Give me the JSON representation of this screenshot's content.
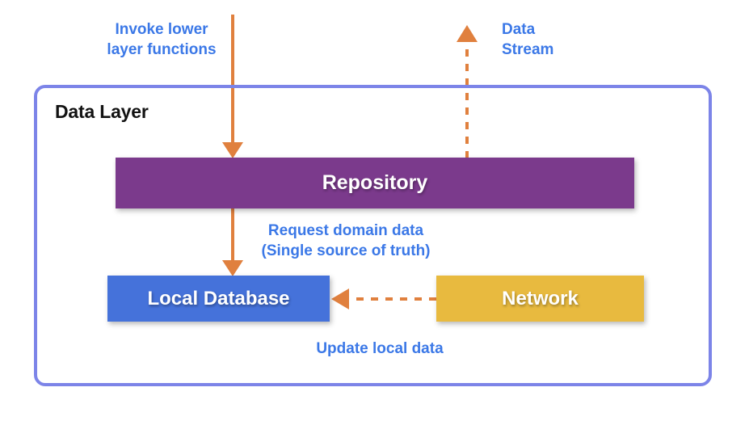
{
  "diagram": {
    "title": "Data Layer",
    "container_border_color": "#7C84E8",
    "arrow_color": "#E0803E",
    "label_color": "#3B78E7",
    "nodes": [
      {
        "id": "repository",
        "label": "Repository",
        "color": "#7B3A8C",
        "text_color": "#FFFFFF"
      },
      {
        "id": "local-database",
        "label": "Local Database",
        "color": "#4572DA",
        "text_color": "#FFFFFF"
      },
      {
        "id": "network",
        "label": "Network",
        "color": "#E8BA3F",
        "text_color": "#FFFFFF"
      }
    ],
    "edges": [
      {
        "id": "invoke-lower-layer-functions",
        "label": "Invoke lower\nlayer functions",
        "style": "solid",
        "direction": "down",
        "from": "outside-top",
        "to": "repository"
      },
      {
        "id": "data-stream",
        "label": "Data\nStream",
        "style": "dashed",
        "direction": "up",
        "from": "repository",
        "to": "outside-top"
      },
      {
        "id": "request-domain-data",
        "label": "Request domain data\n(Single source of truth)",
        "style": "solid",
        "direction": "down",
        "from": "repository",
        "to": "local-database"
      },
      {
        "id": "update-local-data",
        "label": "Update local data",
        "style": "dashed",
        "direction": "left",
        "from": "network",
        "to": "local-database"
      }
    ]
  }
}
